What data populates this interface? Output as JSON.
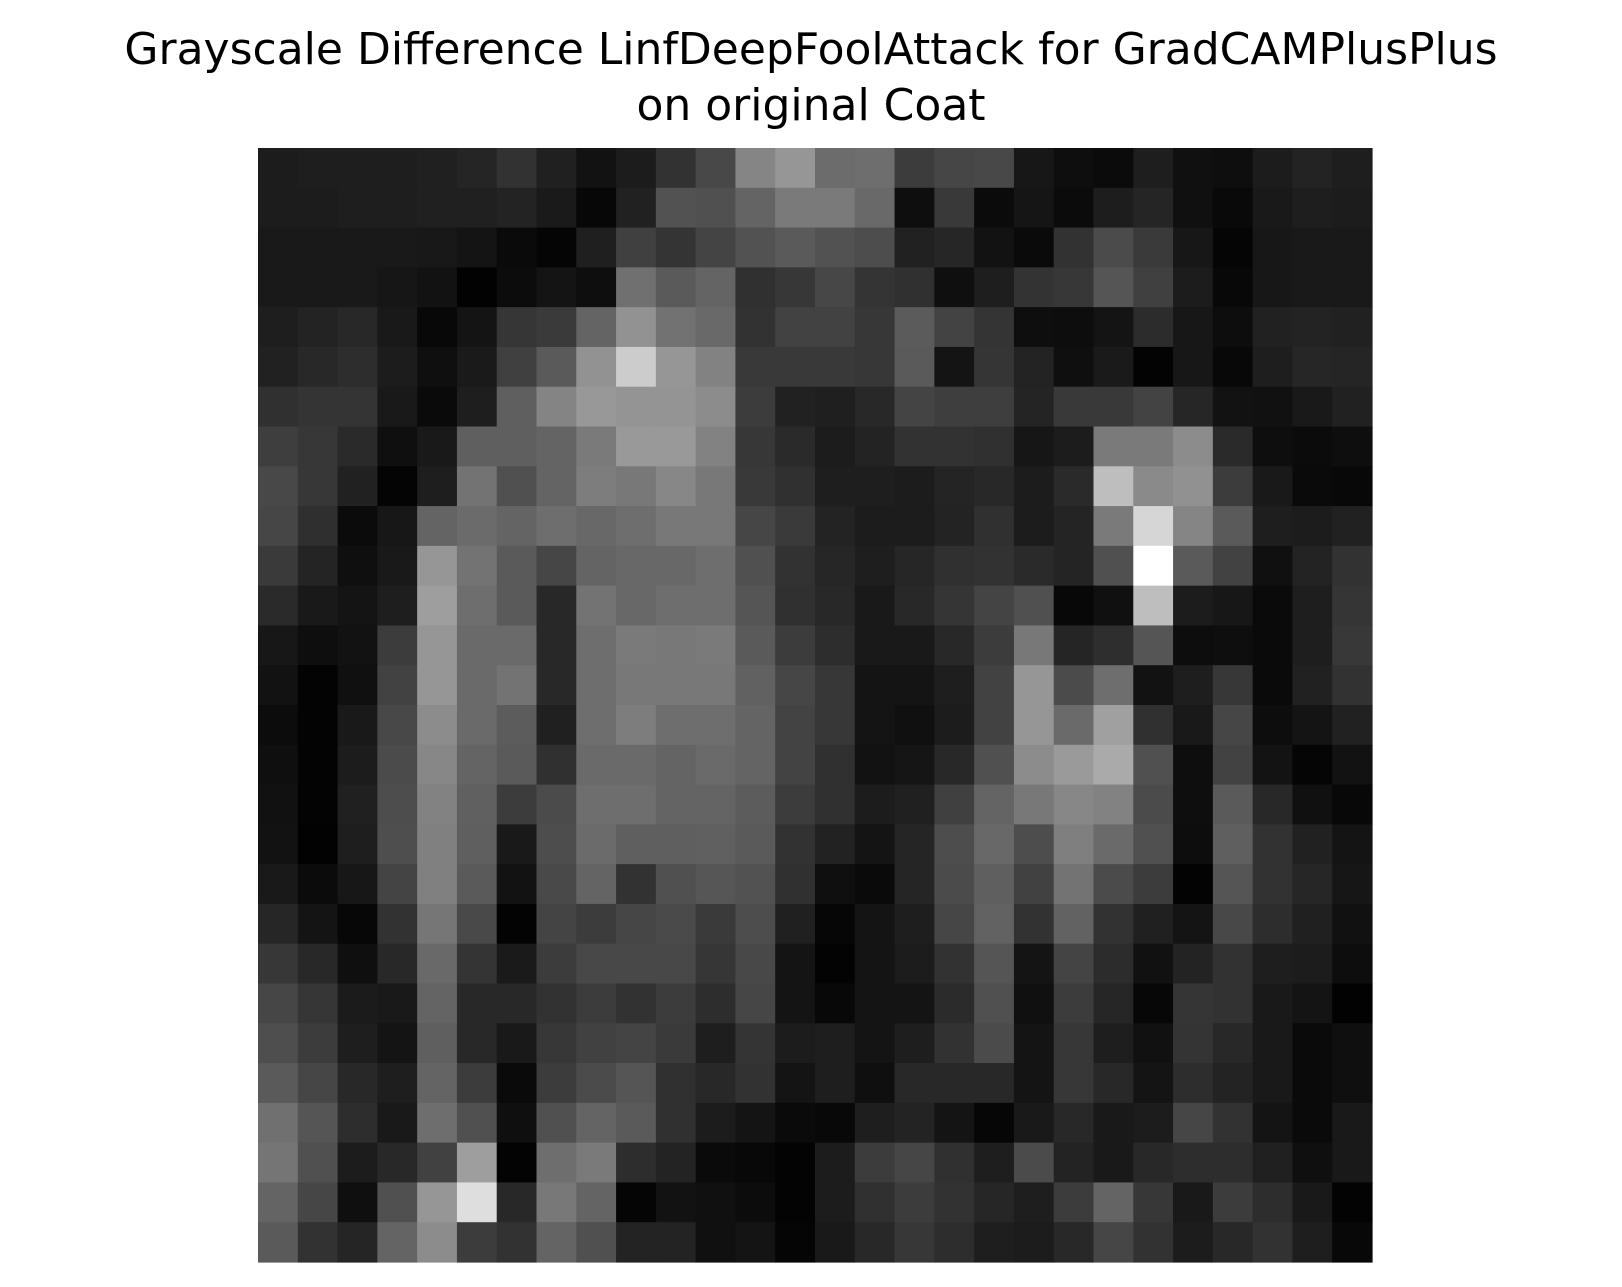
{
  "chart_data": {
    "type": "heatmap",
    "title_lines": [
      "Grayscale Difference LinfDeepFoolAttack for GradCAMPlusPlus",
      "on original Coat"
    ],
    "colormap": "gray",
    "axis_off": true,
    "vmin": 0,
    "vmax": 255,
    "values": [
      [
        28,
        30,
        30,
        30,
        32,
        37,
        50,
        32,
        18,
        28,
        50,
        72,
        133,
        150,
        108,
        110,
        60,
        70,
        72,
        23,
        14,
        11,
        30,
        16,
        14,
        28,
        35,
        30
      ],
      [
        28,
        28,
        30,
        30,
        32,
        32,
        35,
        26,
        7,
        33,
        82,
        80,
        100,
        122,
        122,
        105,
        14,
        57,
        11,
        21,
        11,
        29,
        37,
        16,
        9,
        25,
        30,
        28
      ],
      [
        25,
        25,
        25,
        25,
        24,
        20,
        10,
        5,
        31,
        64,
        52,
        68,
        82,
        90,
        82,
        77,
        33,
        38,
        18,
        10,
        50,
        75,
        58,
        23,
        5,
        23,
        25,
        25
      ],
      [
        25,
        25,
        25,
        22,
        18,
        2,
        12,
        20,
        14,
        112,
        90,
        100,
        48,
        55,
        71,
        52,
        48,
        15,
        30,
        51,
        55,
        85,
        64,
        28,
        8,
        23,
        25,
        25
      ],
      [
        30,
        35,
        40,
        25,
        8,
        20,
        54,
        58,
        100,
        146,
        114,
        105,
        50,
        66,
        66,
        55,
        91,
        67,
        52,
        14,
        13,
        20,
        44,
        23,
        13,
        33,
        35,
        33
      ],
      [
        33,
        40,
        45,
        28,
        15,
        26,
        64,
        90,
        146,
        204,
        150,
        130,
        57,
        57,
        57,
        55,
        90,
        20,
        53,
        35,
        15,
        26,
        3,
        23,
        8,
        30,
        38,
        37
      ],
      [
        48,
        52,
        52,
        25,
        10,
        30,
        95,
        132,
        152,
        148,
        148,
        140,
        60,
        33,
        31,
        40,
        68,
        62,
        62,
        36,
        57,
        57,
        67,
        38,
        18,
        17,
        25,
        33
      ],
      [
        62,
        55,
        42,
        15,
        25,
        95,
        95,
        100,
        122,
        153,
        153,
        130,
        55,
        42,
        28,
        35,
        50,
        50,
        48,
        22,
        28,
        122,
        122,
        140,
        42,
        14,
        11,
        14
      ],
      [
        72,
        55,
        33,
        4,
        30,
        115,
        80,
        100,
        125,
        120,
        135,
        120,
        57,
        48,
        30,
        30,
        28,
        36,
        40,
        28,
        42,
        190,
        138,
        145,
        60,
        25,
        10,
        8
      ],
      [
        70,
        47,
        11,
        23,
        100,
        107,
        100,
        110,
        104,
        110,
        120,
        120,
        70,
        58,
        35,
        28,
        28,
        35,
        48,
        28,
        36,
        122,
        214,
        133,
        90,
        30,
        28,
        33
      ],
      [
        58,
        36,
        15,
        25,
        150,
        115,
        90,
        70,
        100,
        104,
        104,
        110,
        80,
        50,
        38,
        30,
        38,
        48,
        50,
        42,
        36,
        80,
        255,
        90,
        66,
        16,
        35,
        50
      ],
      [
        42,
        25,
        20,
        30,
        158,
        110,
        90,
        40,
        115,
        104,
        110,
        110,
        85,
        48,
        40,
        25,
        40,
        53,
        68,
        80,
        8,
        16,
        190,
        28,
        23,
        10,
        30,
        53
      ],
      [
        23,
        14,
        18,
        60,
        150,
        106,
        106,
        40,
        110,
        122,
        120,
        122,
        90,
        60,
        45,
        25,
        25,
        40,
        60,
        120,
        37,
        46,
        85,
        13,
        14,
        10,
        30,
        56
      ],
      [
        18,
        3,
        16,
        66,
        150,
        106,
        115,
        40,
        110,
        120,
        120,
        120,
        97,
        70,
        55,
        20,
        20,
        30,
        66,
        150,
        75,
        110,
        18,
        30,
        55,
        10,
        33,
        50
      ],
      [
        12,
        3,
        25,
        72,
        140,
        106,
        92,
        32,
        110,
        125,
        110,
        110,
        100,
        67,
        55,
        20,
        16,
        28,
        66,
        150,
        106,
        160,
        48,
        25,
        70,
        13,
        20,
        33
      ],
      [
        15,
        3,
        28,
        75,
        135,
        100,
        90,
        48,
        106,
        106,
        100,
        106,
        100,
        67,
        48,
        18,
        21,
        40,
        80,
        140,
        154,
        170,
        80,
        14,
        66,
        19,
        5,
        18
      ],
      [
        17,
        3,
        32,
        77,
        130,
        96,
        60,
        75,
        110,
        110,
        100,
        100,
        92,
        60,
        48,
        28,
        32,
        64,
        100,
        120,
        135,
        130,
        75,
        14,
        90,
        40,
        16,
        8
      ],
      [
        18,
        2,
        30,
        78,
        128,
        95,
        25,
        77,
        107,
        95,
        95,
        96,
        90,
        50,
        34,
        20,
        37,
        77,
        104,
        77,
        127,
        106,
        80,
        13,
        95,
        50,
        33,
        20
      ],
      [
        25,
        11,
        23,
        68,
        128,
        90,
        18,
        73,
        100,
        50,
        80,
        86,
        82,
        48,
        15,
        10,
        37,
        75,
        95,
        65,
        115,
        75,
        60,
        3,
        85,
        50,
        38,
        22
      ],
      [
        38,
        20,
        7,
        50,
        118,
        73,
        3,
        68,
        60,
        70,
        74,
        58,
        77,
        32,
        6,
        20,
        30,
        70,
        98,
        50,
        98,
        50,
        32,
        20,
        72,
        45,
        32,
        17
      ],
      [
        55,
        40,
        15,
        40,
        105,
        52,
        26,
        60,
        72,
        72,
        72,
        54,
        72,
        20,
        3,
        20,
        28,
        50,
        85,
        20,
        68,
        44,
        17,
        35,
        50,
        30,
        28,
        13
      ],
      [
        70,
        54,
        27,
        25,
        100,
        40,
        40,
        50,
        60,
        50,
        60,
        45,
        70,
        20,
        8,
        20,
        20,
        43,
        80,
        16,
        60,
        38,
        7,
        53,
        50,
        25,
        20,
        2
      ],
      [
        78,
        60,
        30,
        20,
        95,
        40,
        25,
        55,
        65,
        68,
        58,
        30,
        52,
        28,
        30,
        20,
        30,
        50,
        75,
        20,
        55,
        30,
        17,
        52,
        40,
        25,
        10,
        15
      ],
      [
        90,
        70,
        40,
        30,
        100,
        60,
        10,
        60,
        75,
        85,
        48,
        40,
        50,
        20,
        30,
        15,
        40,
        40,
        40,
        20,
        55,
        40,
        20,
        45,
        35,
        25,
        10,
        15
      ],
      [
        112,
        85,
        45,
        25,
        110,
        80,
        15,
        80,
        100,
        90,
        48,
        28,
        20,
        10,
        8,
        30,
        35,
        20,
        6,
        25,
        40,
        25,
        28,
        70,
        50,
        20,
        10,
        25
      ],
      [
        117,
        80,
        28,
        40,
        65,
        158,
        3,
        110,
        122,
        45,
        35,
        10,
        8,
        3,
        28,
        60,
        70,
        48,
        30,
        75,
        35,
        25,
        40,
        45,
        45,
        32,
        15,
        25
      ],
      [
        100,
        70,
        15,
        80,
        150,
        222,
        40,
        120,
        100,
        5,
        18,
        16,
        12,
        3,
        28,
        48,
        60,
        50,
        38,
        30,
        60,
        100,
        55,
        25,
        60,
        45,
        25,
        3
      ],
      [
        90,
        50,
        37,
        100,
        140,
        60,
        50,
        100,
        80,
        35,
        35,
        16,
        20,
        5,
        25,
        40,
        55,
        45,
        30,
        28,
        40,
        70,
        50,
        28,
        40,
        50,
        30,
        8
      ]
    ]
  }
}
